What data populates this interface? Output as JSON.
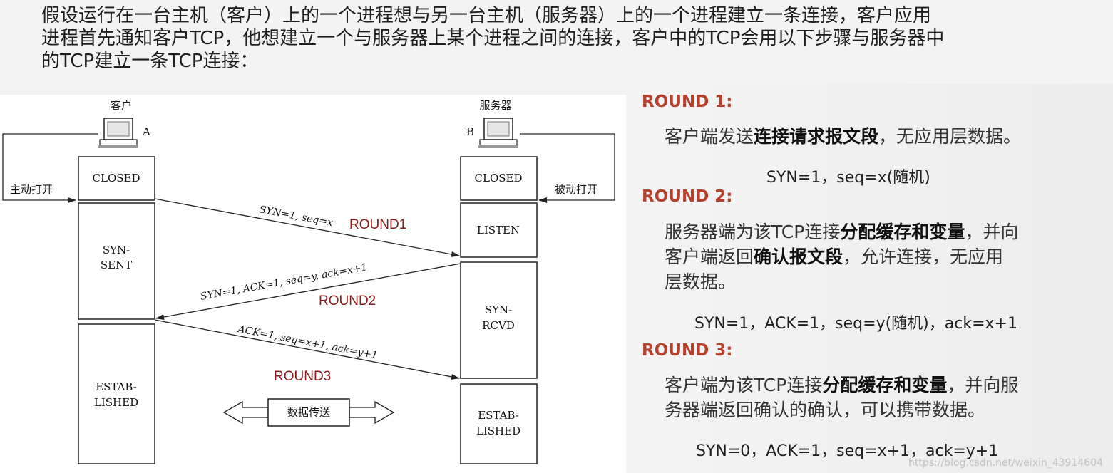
{
  "intro": {
    "line1": "假设运行在一台主机（客户）上的一个进程想与另一台主机（服务器）上的一个进程建立一条连接，客户应用",
    "line2": "进程首先通知客户TCP，他想建立一个与服务器上某个进程之间的连接，客户中的TCP会用以下步骤与服务器中",
    "line3": "的TCP建立一条TCP连接："
  },
  "diagram": {
    "client": {
      "name": "客户",
      "letter": "A",
      "open_label": "主动打开"
    },
    "server": {
      "name": "服务器",
      "letter": "B",
      "open_label": "被动打开"
    },
    "client_states": {
      "closed": "CLOSED",
      "syn_sent_1": "SYN-",
      "syn_sent_2": "SENT",
      "established_1": "ESTAB-",
      "established_2": "LISHED"
    },
    "server_states": {
      "closed": "CLOSED",
      "listen": "LISTEN",
      "syn_rcvd_1": "SYN-",
      "syn_rcvd_2": "RCVD",
      "established_1": "ESTAB-",
      "established_2": "LISHED"
    },
    "messages": {
      "m1": "SYN=1, seq=x",
      "m2": "SYN=1, ACK=1, seq=y, ack=x+1",
      "m3": "ACK=1, seq=x+1, ack=y+1"
    },
    "round_labels": {
      "r1": "ROUND1",
      "r2": "ROUND2",
      "r3": "ROUND3"
    },
    "data_transfer": "数据传送",
    "colors": {
      "round_label": "#8b1a1a",
      "line": "#222222"
    }
  },
  "rounds": [
    {
      "title": "ROUND 1:",
      "desc_a": "客户端发送",
      "desc_b": "连接请求报文段",
      "desc_c": "，无应用层数据。",
      "formula": "SYN=1，seq=x(随机)"
    },
    {
      "title": "ROUND 2:",
      "desc_a": "服务器端为该TCP连接",
      "desc_b": "分配缓存和变量",
      "desc_c": "，并向",
      "desc_d": "客户端返回",
      "desc_e": "确认报文段",
      "desc_f": "，允许连接，无应用",
      "desc_g": "层数据。",
      "formula": "SYN=1，ACK=1，seq=y(随机)，ack=x+1"
    },
    {
      "title": "ROUND 3:",
      "desc_a": "客户端为该TCP连接",
      "desc_b": "分配缓存和变量",
      "desc_c": "，并向服",
      "desc_d": "务器端返回确认的确认，可以携带数据。",
      "formula": "SYN=0，ACK=1，seq=x+1，ack=y+1"
    }
  ],
  "watermark": "https://blog.csdn.net/weixin_43914604",
  "theme": {
    "round_title_color": "#b5402c",
    "text_color": "#333333"
  }
}
